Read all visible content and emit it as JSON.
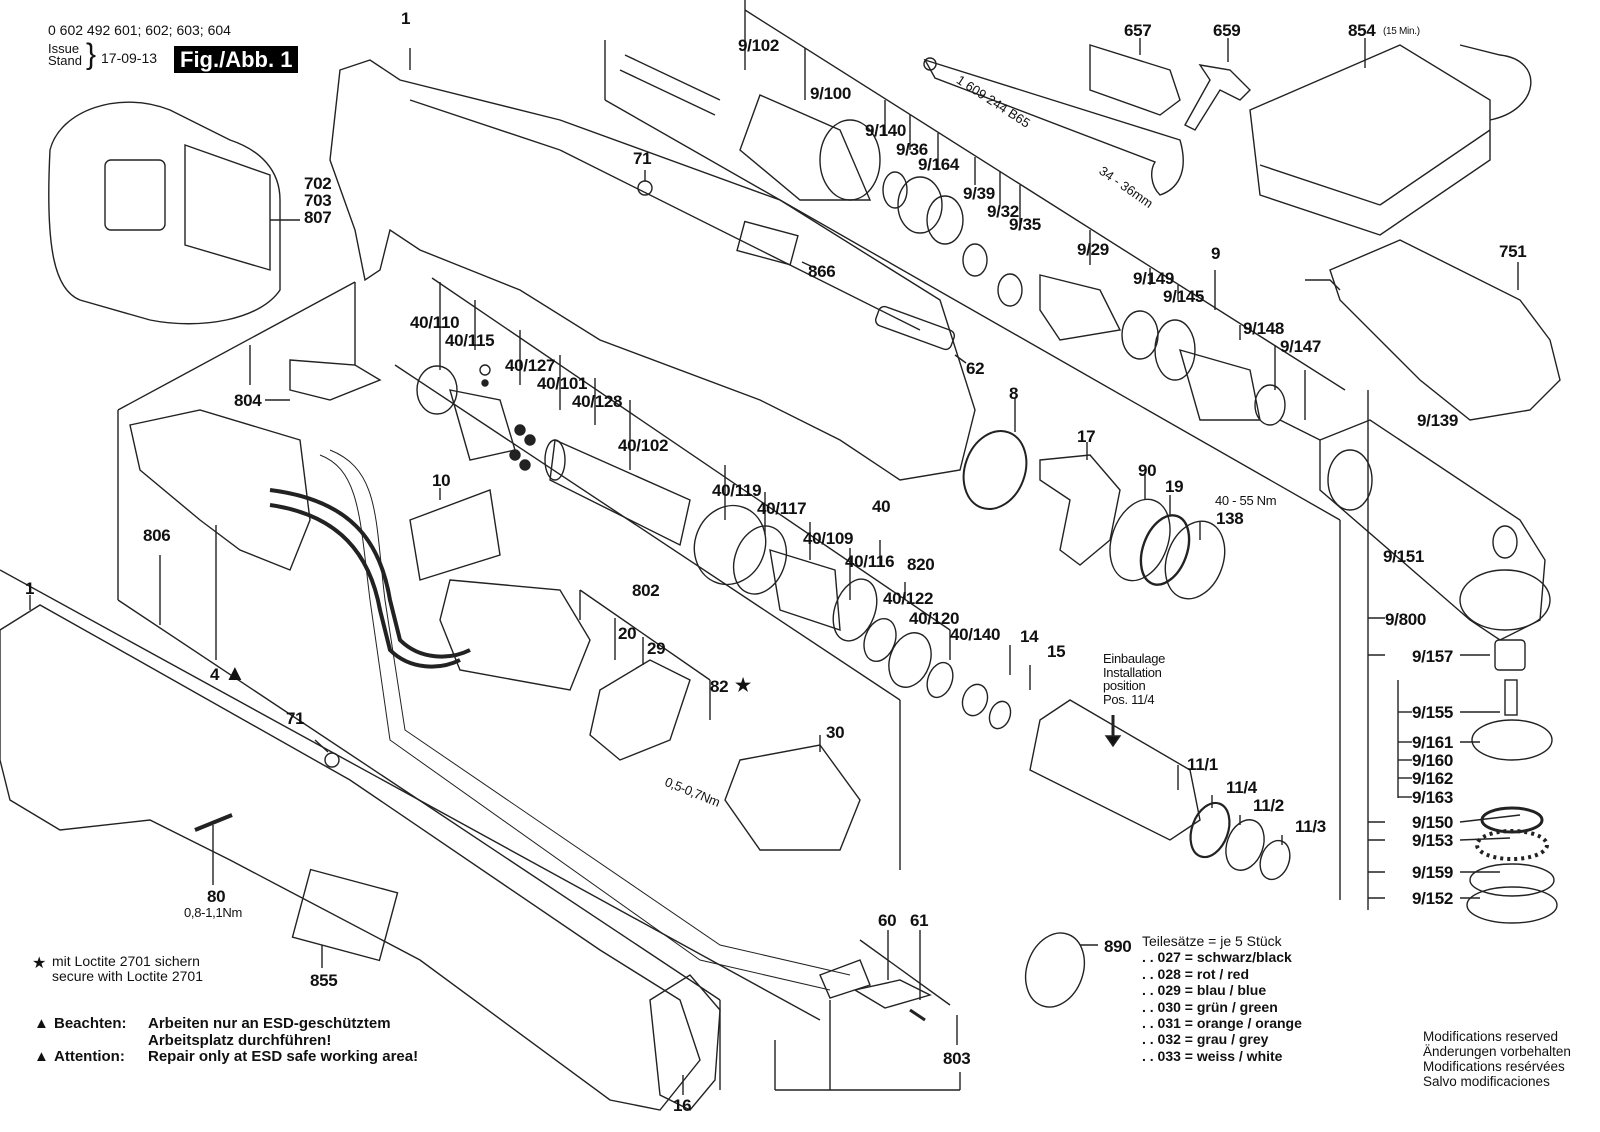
{
  "header": {
    "part_numbers": "0 602 492 601; 602; 603; 604",
    "issue_label": "Issue",
    "stand_label": "Stand",
    "date": "17-09-13",
    "figure": "Fig./Abb. 1"
  },
  "labels": {
    "p1_top": "1",
    "p1_left": "1",
    "p702": "702",
    "p703": "703",
    "p807": "807",
    "p71_top": "71",
    "p71_bottom": "71",
    "p866": "866",
    "p62": "62",
    "p8": "8",
    "p17": "17",
    "p90": "90",
    "p19": "19",
    "p138": "138",
    "p138_torque": "40 - 55 Nm",
    "p804": "804",
    "p806": "806",
    "p4": "4",
    "p10": "10",
    "p40_110": "40/110",
    "p40_115": "40/115",
    "p40_127": "40/127",
    "p40_101": "40/101",
    "p40_128": "40/128",
    "p40_102": "40/102",
    "p40_119": "40/119",
    "p40_117": "40/117",
    "p40_109": "40/109",
    "p40_116": "40/116",
    "p40": "40",
    "p820": "820",
    "p40_122": "40/122",
    "p40_120": "40/120",
    "p40_140": "40/140",
    "p802": "802",
    "p20": "20",
    "p29": "29",
    "p82": "82",
    "p82_torque": "0,5-0,7Nm",
    "p30": "30",
    "p14": "14",
    "p15": "15",
    "install_note": [
      "Einbaulage",
      "Installation",
      "position",
      "Pos. 11/4"
    ],
    "p11_1": "11/1",
    "p11_4": "11/4",
    "p11_2": "11/2",
    "p11_3": "11/3",
    "p80": "80",
    "p80_torque": "0,8-1,1Nm",
    "p855": "855",
    "p16": "16",
    "p60": "60",
    "p61": "61",
    "p803": "803",
    "p890": "890",
    "p9_102": "9/102",
    "p9_100": "9/100",
    "p9_140": "9/140",
    "p9_36": "9/36",
    "p9_164": "9/164",
    "p9_39": "9/39",
    "p9_32": "9/32",
    "p9_35": "9/35",
    "p9_29": "9/29",
    "p9": "9",
    "p9_149": "9/149",
    "p9_145": "9/145",
    "p9_148": "9/148",
    "p9_147": "9/147",
    "p9_139": "9/139",
    "p9_151": "9/151",
    "p9_800": "9/800",
    "p9_157": "9/157",
    "p9_155": "9/155",
    "p9_161": "9/161",
    "p9_160": "9/160",
    "p9_162": "9/162",
    "p9_163": "9/163",
    "p9_150": "9/150",
    "p9_153": "9/153",
    "p9_159": "9/159",
    "p9_152": "9/152",
    "p657": "657",
    "p659": "659",
    "p854": "854",
    "p854_note": "(15 Min.)",
    "p751": "751",
    "wrench_number": "1 609 244 B65",
    "wrench_size": "34 - 36mm"
  },
  "legend": {
    "star_symbol": "★",
    "loctite_de": "mit Loctite 2701 sichern",
    "loctite_en": "secure with Loctite 2701",
    "triangle_symbol": "▲",
    "beachten_key": "Beachten:",
    "beachten_line1": "Arbeiten nur an ESD-geschütztem",
    "beachten_line2": "Arbeitsplatz durchführen!",
    "attention_key": "Attention:",
    "attention_text": "Repair only at ESD safe working area!"
  },
  "ring_sets": {
    "heading": "Teilesätze = je 5 Stück",
    "items": [
      ". . 027 = schwarz/black",
      ". . 028 = rot / red",
      ". . 029 = blau / blue",
      ". . 030 = grün / green",
      ". . 031 = orange / orange",
      ". . 032 = grau / grey",
      ". . 033 = weiss / white"
    ]
  },
  "modifications": [
    "Modifications reserved",
    "Änderungen vorbehalten",
    "Modifications resérvées",
    "Salvo modificaciones"
  ]
}
